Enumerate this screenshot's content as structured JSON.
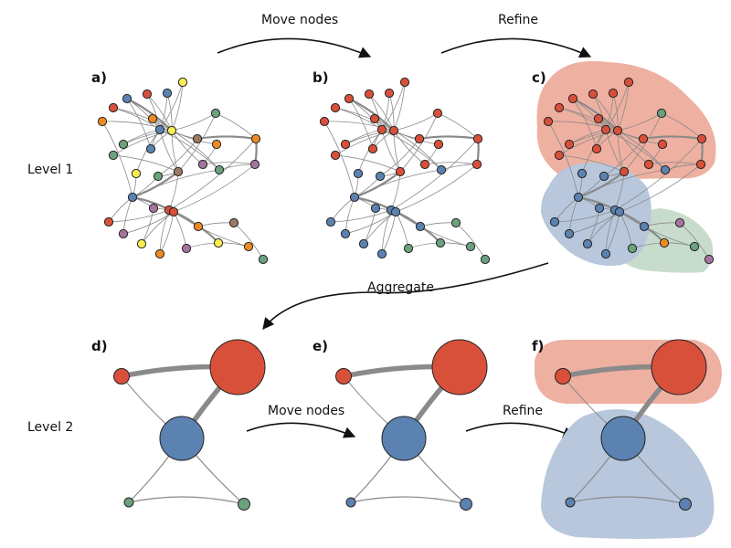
{
  "colors": {
    "red": "#d9503a",
    "blue": "#5b82b1",
    "green": "#6aa27e",
    "orange": "#ef8a23",
    "yellow": "#f9ee52",
    "purple": "#a5759f",
    "brown": "#9a7a64",
    "hull_red": "#eeb0a1",
    "hull_blue": "#b8c7dc",
    "hull_green": "#c8dccd"
  },
  "levels": {
    "level1": "Level 1",
    "level2": "Level 2"
  },
  "panels": {
    "a": "a)",
    "b": "b)",
    "c": "c)",
    "d": "d)",
    "e": "e)",
    "f": "f)"
  },
  "steps": {
    "move_nodes_1": "Move nodes",
    "refine_1": "Refine",
    "aggregate": "Aggregate",
    "move_nodes_2": "Move nodes",
    "refine_2": "Refine"
  }
}
